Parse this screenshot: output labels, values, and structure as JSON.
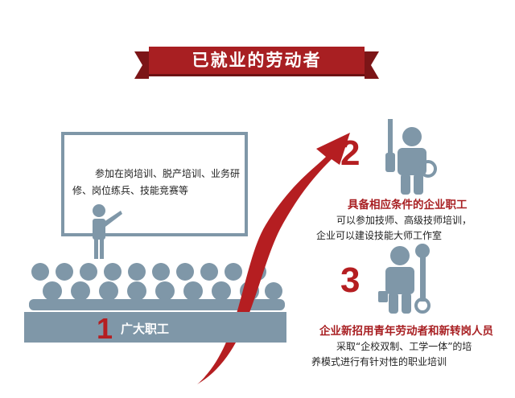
{
  "title": "已就业的劳动者",
  "board_text": "参加在岗培训、脱产培训、业务研修、岗位练兵、技能竞赛等",
  "group1": {
    "number": "1",
    "label": "广大职工"
  },
  "group2": {
    "number": "2",
    "heading": "具备相应条件的企业职工",
    "line1": "可以参加技师、高级技师培训，",
    "line2": "企业可以建设技能大师工作室"
  },
  "group3": {
    "number": "3",
    "heading": "企业新招用青年劳动者和新转岗人员",
    "line1": "采取“企校双制、工学一体”的培",
    "line2": "养模式进行有针对性的职业培训"
  },
  "colors": {
    "red": "#a81f22",
    "blue_gray": "#7f97a8"
  }
}
